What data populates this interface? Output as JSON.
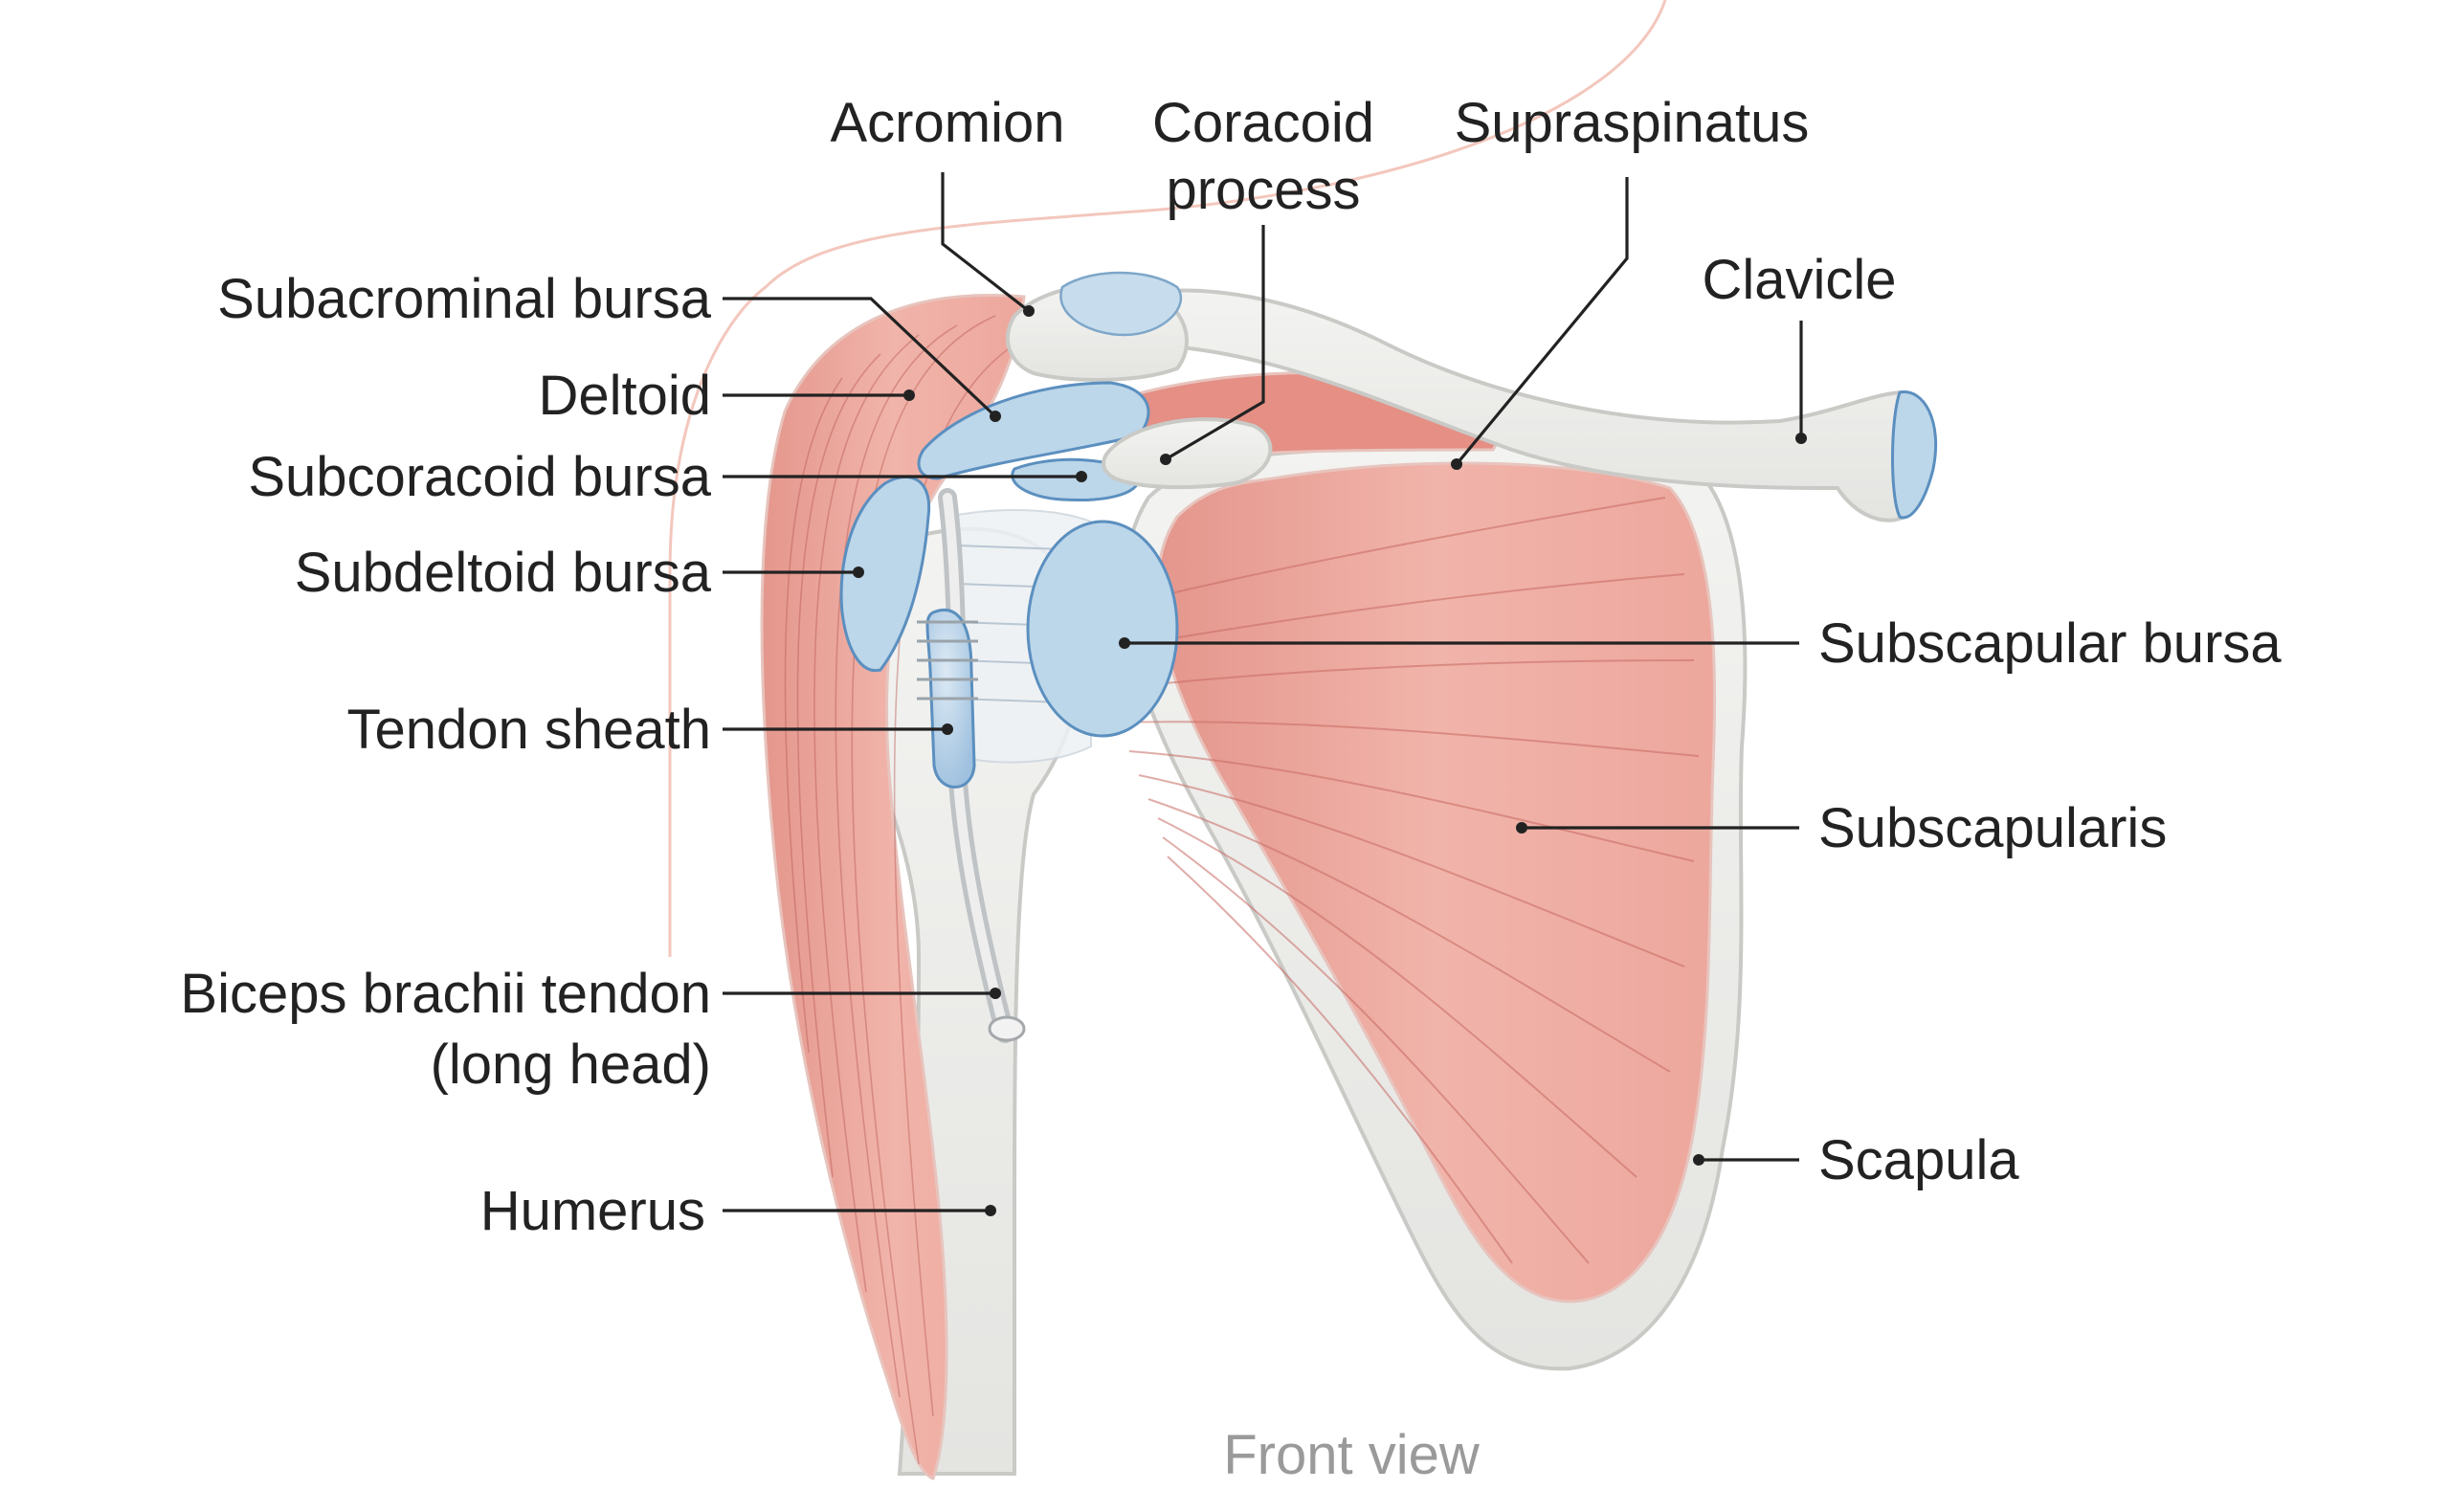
{
  "labels": {
    "acromion": "Acromion",
    "coracoid_line1": "Coracoid",
    "coracoid_line2": "process",
    "supraspinatus": "Supraspinatus",
    "clavicle": "Clavicle",
    "subacrominal_bursa": "Subacrominal bursa",
    "deltoid": "Deltoid",
    "subcoracoid_bursa": "Subcoracoid bursa",
    "subdeltoid_bursa": "Subdeltoid bursa",
    "tendon_sheath": "Tendon sheath",
    "biceps_line1": "Biceps brachii tendon",
    "biceps_line2": "(long head)",
    "humerus": "Humerus",
    "subscapular_bursa": "Subscapular bursa",
    "subscapularis": "Subscapularis",
    "scapula": "Scapula"
  },
  "caption": "Front view",
  "colors": {
    "muscle": "#eaa69c",
    "muscle_dark": "#d9847a",
    "bone": "#ededeb",
    "bone_edge": "#c9c9c6",
    "bursa": "#bcd6ea",
    "bursa_edge": "#5b8fbf",
    "text": "#222222",
    "caption": "#9a9a9a"
  }
}
